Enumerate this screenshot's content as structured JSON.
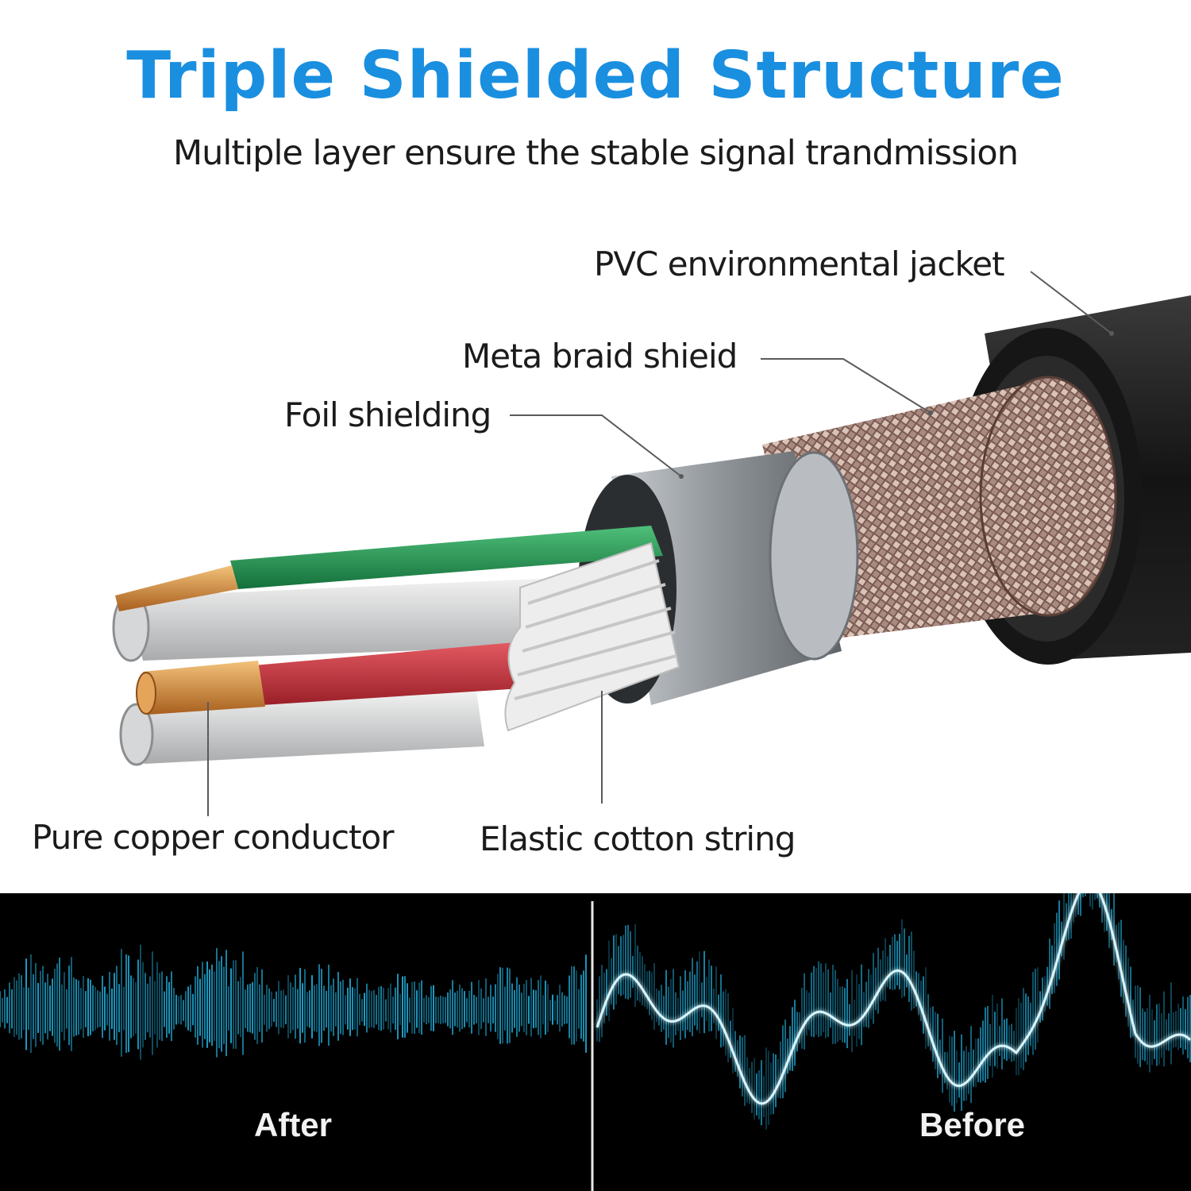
{
  "header": {
    "title": "Triple Shielded Structure",
    "subtitle": "Multiple layer ensure the stable signal trandmission"
  },
  "labels": {
    "pvc_jacket": "PVC environmental jacket",
    "braid_shield": "Meta braid shieid",
    "foil_shielding": "Foil shielding",
    "copper_conductor": "Pure copper conductor",
    "cotton_string": "Elastic cotton string"
  },
  "signal": {
    "after_label": "After",
    "before_label": "Before"
  },
  "colors": {
    "title": "#1a8fe0",
    "jacket": "#1c1c1c",
    "braid": "#8a6a60",
    "foil": "#9a9ea2",
    "wire_green": "#1e8a4c",
    "wire_red": "#c0303a",
    "copper": "#d68a3c",
    "wave": "#22b8e8"
  }
}
